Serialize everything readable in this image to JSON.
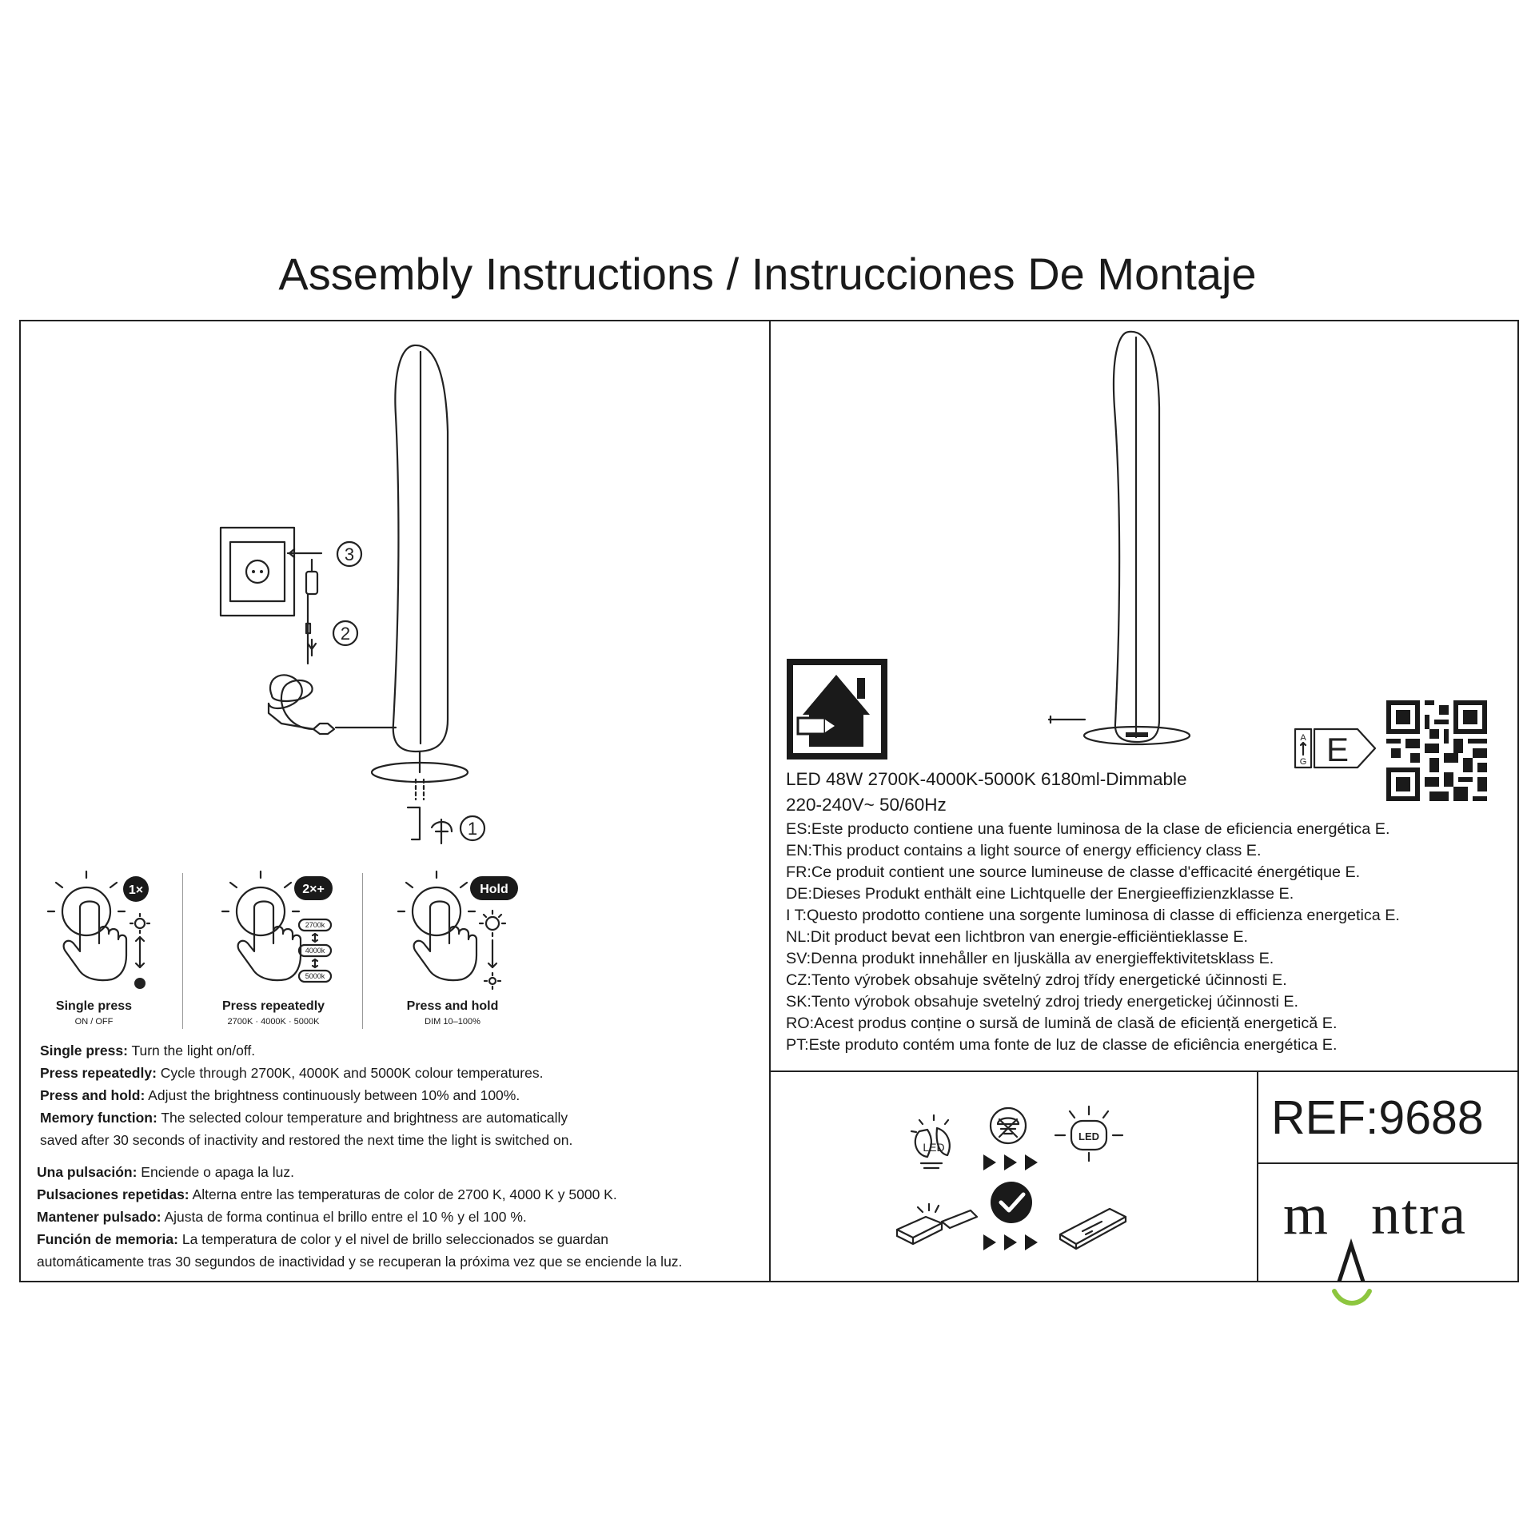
{
  "title": "Assembly Instructions / Instrucciones De Montaje",
  "steps": [
    "3",
    "2",
    "1"
  ],
  "modes": [
    {
      "title": "Single press",
      "sub": "ON / OFF",
      "badge": "1×"
    },
    {
      "title": "Press repeatedly",
      "sub": "2700K · 4000K · 5000K",
      "badge": "2×+"
    },
    {
      "title": "Press and hold",
      "sub": "DIM 10–100%",
      "badge": "Hold"
    }
  ],
  "kelvins": [
    "2700k",
    "4000k",
    "5000k"
  ],
  "en_desc": [
    {
      "label": "Single press:",
      "text": " Turn the light on/off."
    },
    {
      "label": "Press repeatedly:",
      "text": " Cycle through 2700K, 4000K and 5000K colour temperatures."
    },
    {
      "label": "Press and hold:",
      "text": " Adjust the brightness continuously between 10% and 100%."
    },
    {
      "label": "Memory function:",
      "text": " The selected colour temperature and brightness are automatically"
    },
    {
      "label": "",
      "text": "saved after 30 seconds of inactivity and restored the next time the light is switched on."
    }
  ],
  "es_desc": [
    {
      "label": "Una pulsación:",
      "text": " Enciende o apaga la luz."
    },
    {
      "label": "Pulsaciones repetidas:",
      "text": " Alterna entre las temperaturas de color de 2700 K, 4000 K y 5000 K."
    },
    {
      "label": "Mantener pulsado:",
      "text": " Ajusta de forma continua el brillo entre el 10 % y el 100 %."
    },
    {
      "label": "Función de memoria:",
      "text": " La temperatura de color y el nivel de brillo seleccionados se guardan"
    },
    {
      "label": "",
      "text": "automáticamente tras 30 segundos de inactividad y se recuperan la próxima vez que se enciende la luz."
    }
  ],
  "spec_line1": "LED 48W 2700K-4000K-5000K 6180ml-Dimmable",
  "spec_line2": "220-240V~ 50/60Hz",
  "energy_class": "E",
  "energy_scale_top": "A",
  "energy_scale_bottom": "G",
  "energy_statements": [
    "ES:Este producto contiene una fuente luminosa de la clase de eficiencia energética E.",
    "EN:This product contains a light source of energy efficiency class E.",
    "FR:Ce produit contient une source lumineuse de classe d'efficacité énergétique E.",
    "DE:Dieses Produkt enthält eine Lichtquelle der Energieeffizienzklasse E.",
    "I T:Questo prodotto contiene una sorgente luminosa di classe di efficienza energetica E.",
    "NL:Dit product bevat een lichtbron van energie-efficiëntieklasse E.",
    "SV:Denna produkt innehåller en ljuskälla av energieffektivitetsklass E.",
    "CZ:Tento výrobek obsahuje světelný zdroj třídy energetické účinnosti E.",
    "SK:Tento výrobok obsahuje svetelný zdroj triedy energetickej účinnosti E.",
    "RO:Acest produs conține o sursă de lumină de clasă de eficiență energetică E.",
    "PT:Este produto contém uma fonte de luz de classe de eficiência energética E."
  ],
  "led_label": "LED",
  "ref": "REF:9688",
  "brand": {
    "left": "m",
    "right": "ntra",
    "accent_color": "#8dc63f"
  }
}
